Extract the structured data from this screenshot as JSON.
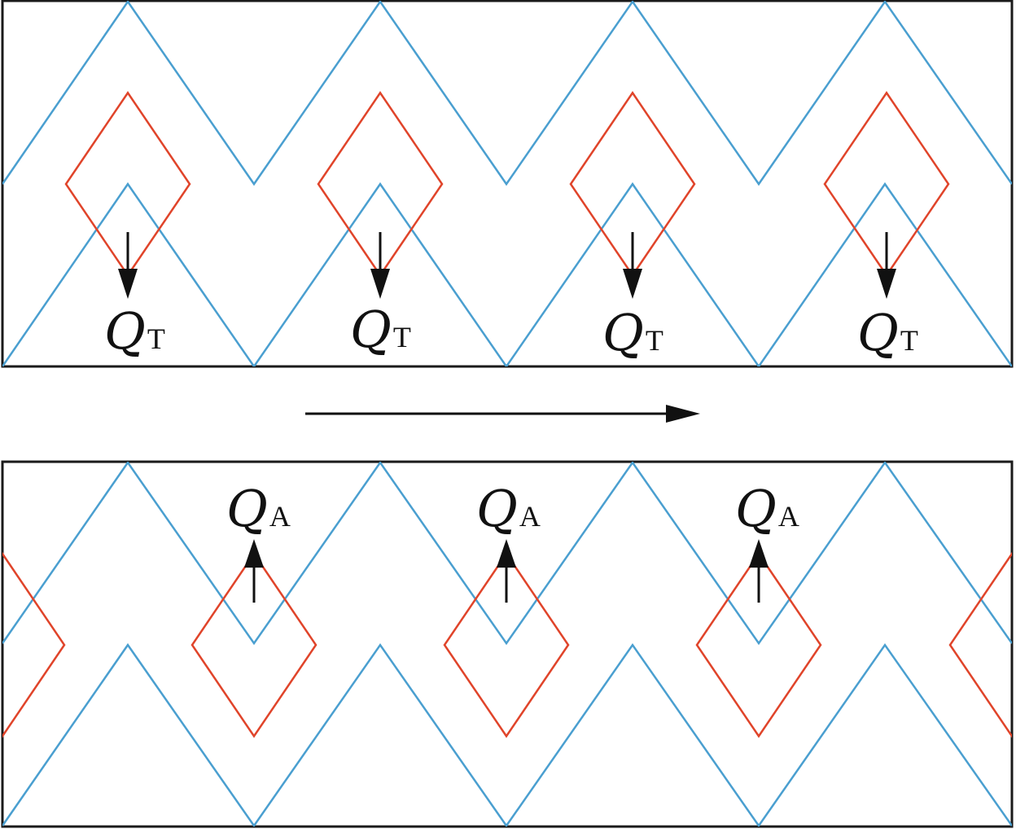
{
  "colors": {
    "blue": "#4a9fd0",
    "red": "#e0442a",
    "frame": "#1a1a1a",
    "arrow": "#111111"
  },
  "labels": {
    "q": "Q",
    "sub_top": "T",
    "sub_bottom": "A"
  }
}
